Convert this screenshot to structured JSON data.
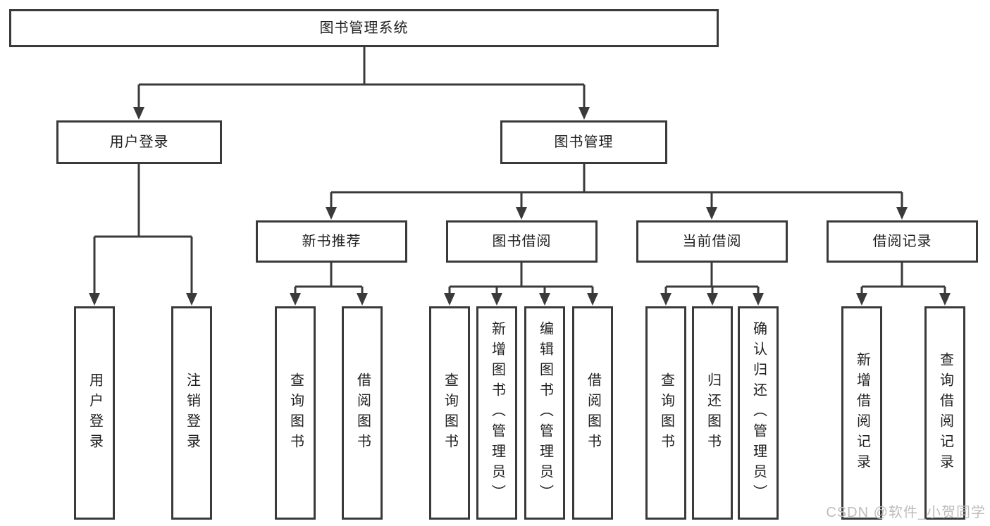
{
  "tree": {
    "root": {
      "label": "图书管理系统"
    },
    "children": [
      {
        "label": "用户登录",
        "children": [
          {
            "label": "用户登录"
          },
          {
            "label": "注销登录"
          }
        ]
      },
      {
        "label": "图书管理",
        "children": [
          {
            "label": "新书推荐",
            "children": [
              {
                "label": "查询图书"
              },
              {
                "label": "借阅图书"
              }
            ]
          },
          {
            "label": "图书借阅",
            "children": [
              {
                "label": "查询图书"
              },
              {
                "label": "新增图书（管理员）"
              },
              {
                "label": "编辑图书（管理员）"
              },
              {
                "label": "借阅图书"
              }
            ]
          },
          {
            "label": "当前借阅",
            "children": [
              {
                "label": "查询图书"
              },
              {
                "label": "归还图书"
              },
              {
                "label": "确认归还（管理员）"
              }
            ]
          },
          {
            "label": "借阅记录",
            "children": [
              {
                "label": "新增借阅记录"
              },
              {
                "label": "查询借阅记录"
              }
            ]
          }
        ]
      }
    ]
  },
  "watermark": {
    "text": "CSDN @软件_小贺同学"
  },
  "colors": {
    "line": "#3a3a3a",
    "box_border": "#3a3a3a",
    "box_fill": "#ffffff",
    "text": "#1f1f1f",
    "watermark": "#bdbdbd",
    "background": "#ffffff"
  }
}
